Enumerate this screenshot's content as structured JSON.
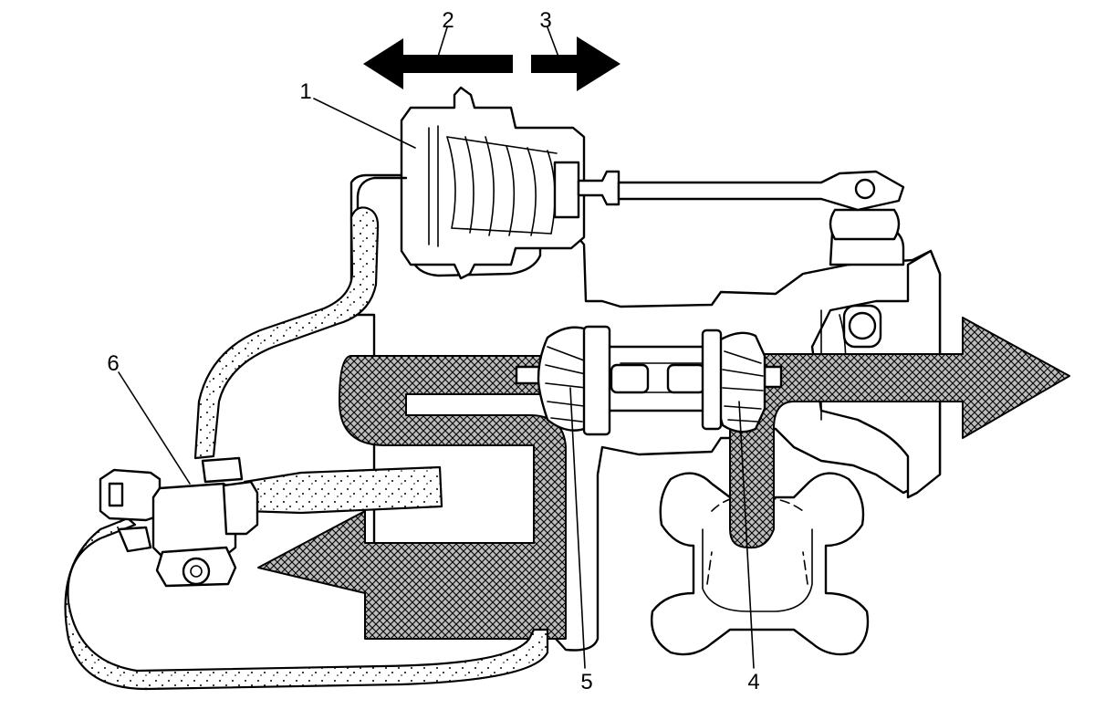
{
  "callouts": [
    {
      "id": "1",
      "label": "1"
    },
    {
      "id": "2",
      "label": "2"
    },
    {
      "id": "3",
      "label": "3"
    },
    {
      "id": "4",
      "label": "4"
    },
    {
      "id": "5",
      "label": "5"
    },
    {
      "id": "6",
      "label": "6"
    }
  ],
  "colors": {
    "line": "#000000",
    "background": "#ffffff",
    "hatch": "#000000"
  }
}
